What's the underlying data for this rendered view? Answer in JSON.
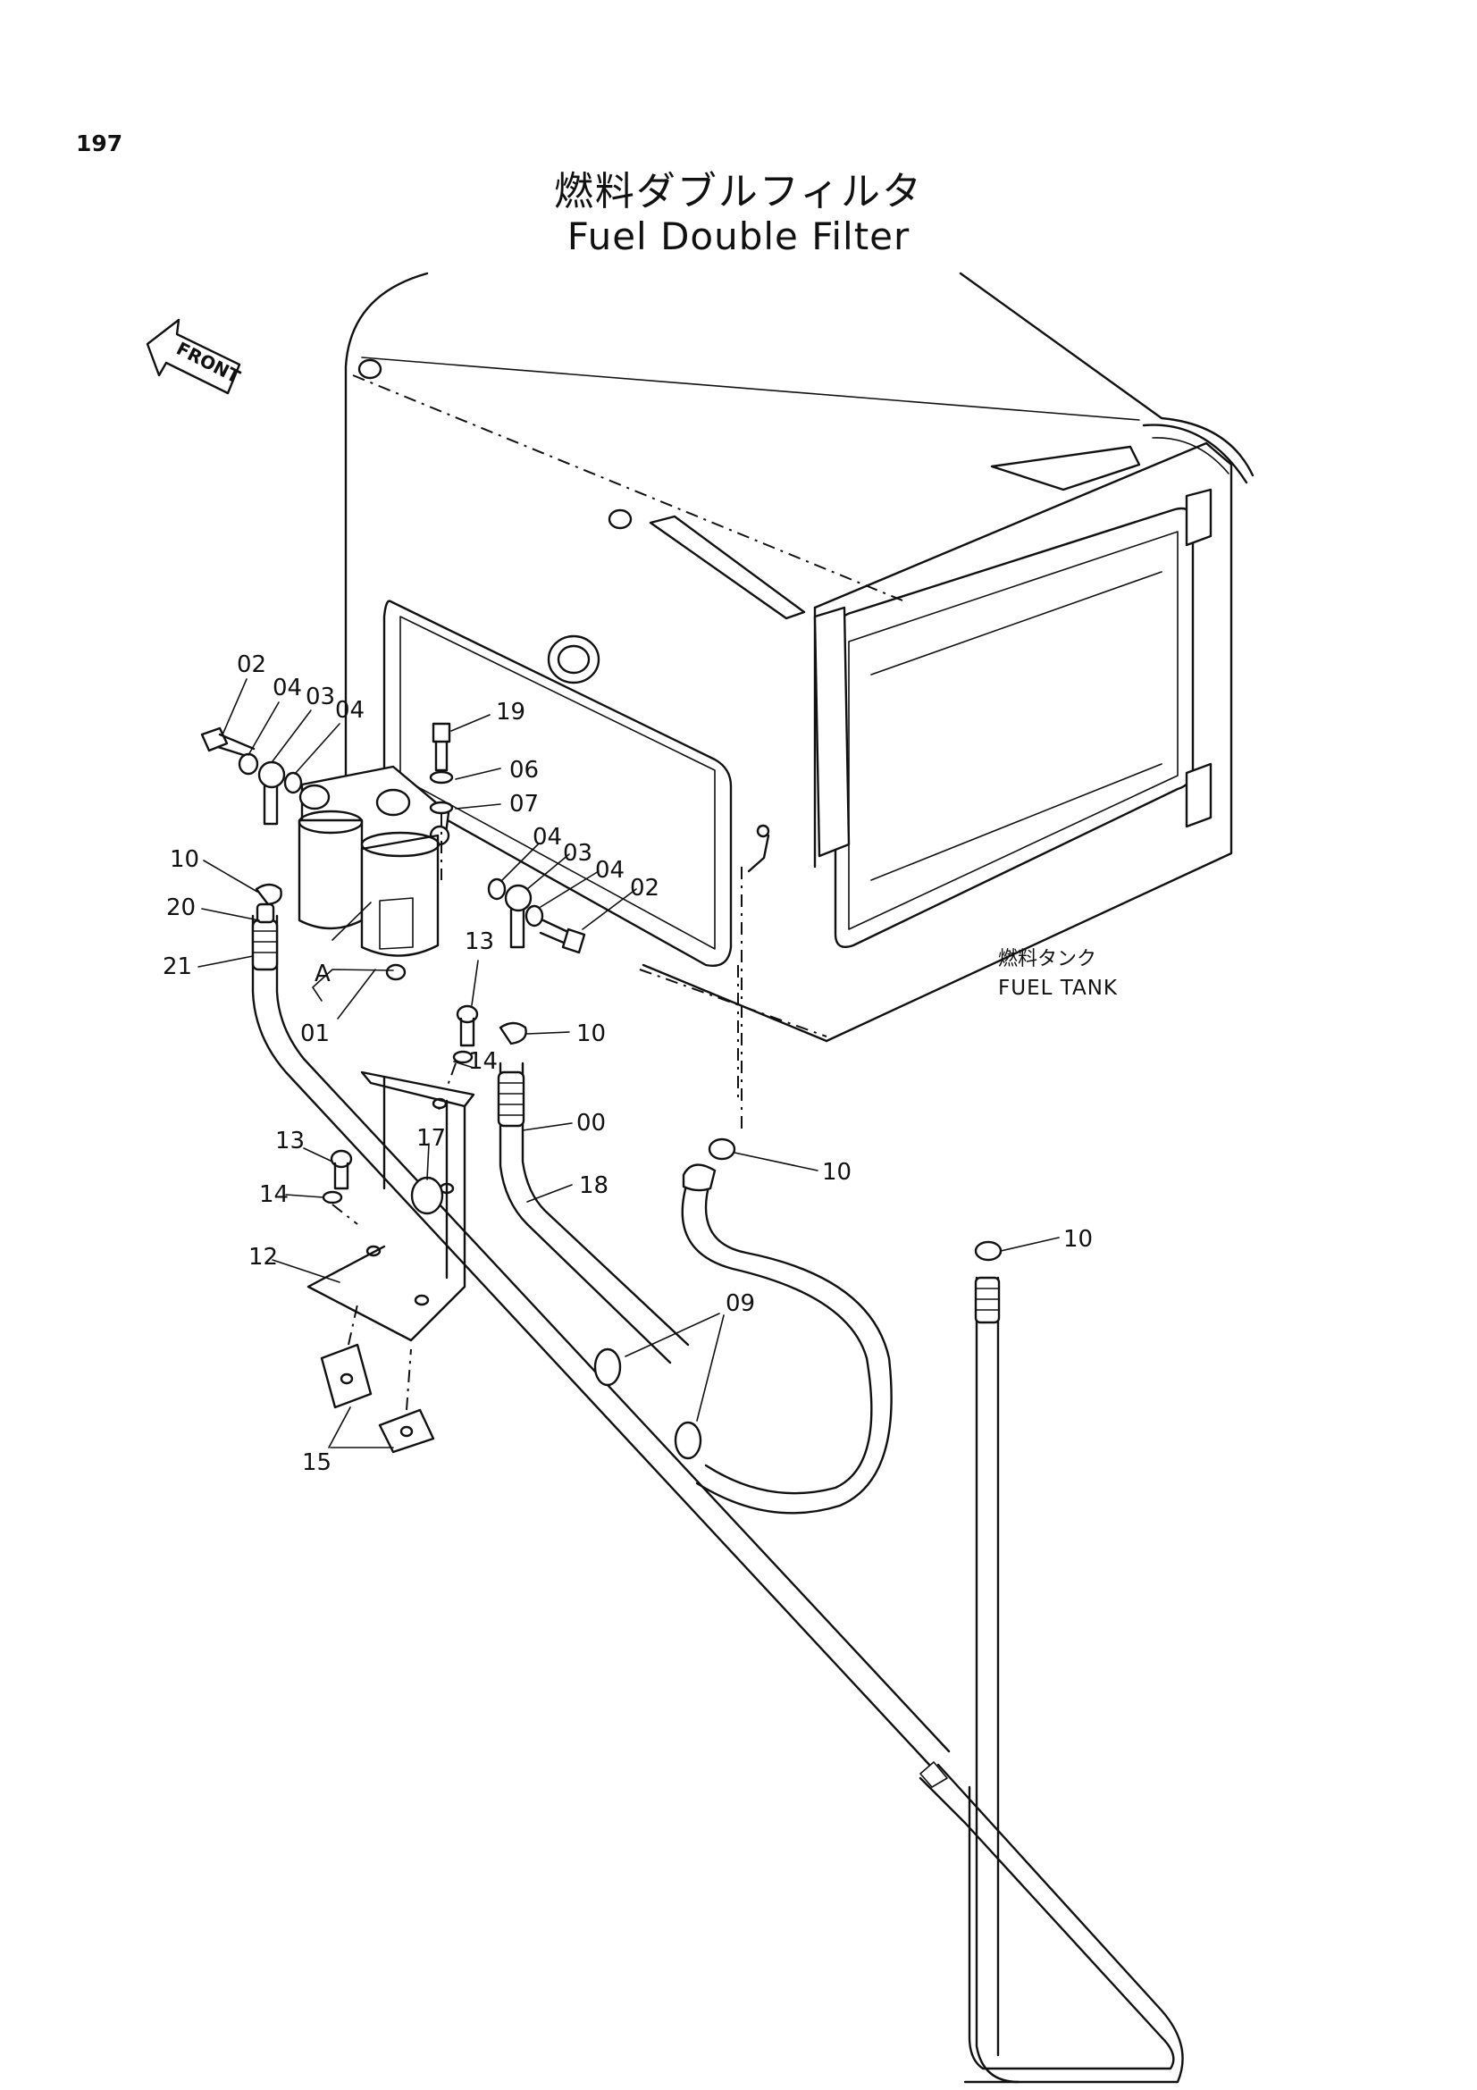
{
  "page_number": "197",
  "title": {
    "japanese": "燃料ダブルフィルタ",
    "english": "Fuel Double Filter"
  },
  "front_arrow_label": "FRONT",
  "fuel_tank_label": {
    "japanese": "燃料タンク",
    "english": "FUEL TANK"
  },
  "callouts": {
    "c02a": "02",
    "c04a": "04",
    "c03a": "03",
    "c04b": "04",
    "c19": "19",
    "c06": "06",
    "c07": "07",
    "c10a": "10",
    "c20": "20",
    "c21": "21",
    "c04c": "04",
    "c03b": "03",
    "c04d": "04",
    "c02b": "02",
    "cA": "A",
    "c01": "01",
    "c13a": "13",
    "c10b": "10",
    "c14a": "14",
    "c00": "00",
    "c17": "17",
    "c13b": "13",
    "c10c": "10",
    "c18": "18",
    "c14b": "14",
    "c12": "12",
    "c10d": "10",
    "c09": "09",
    "c15": "15"
  }
}
